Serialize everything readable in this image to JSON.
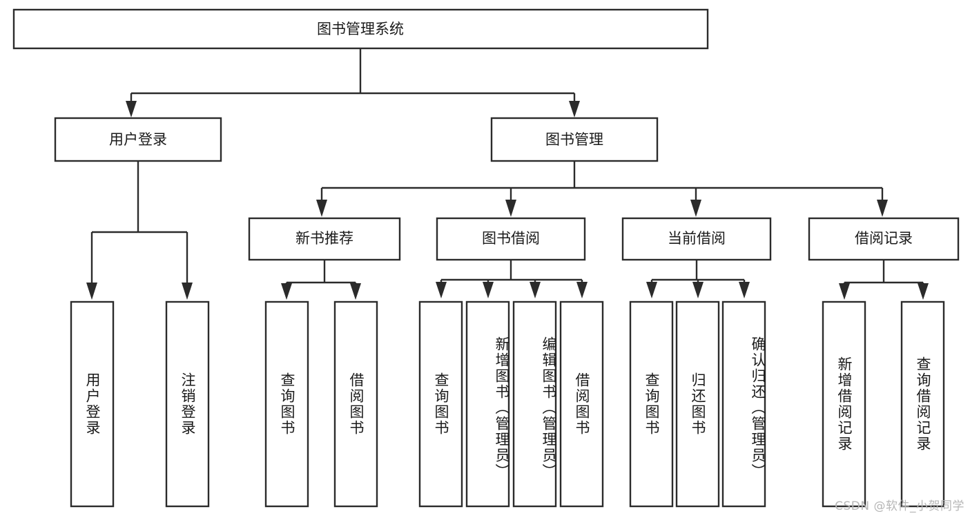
{
  "diagram": {
    "title": "图书管理系统",
    "type": "tree-hierarchy",
    "watermark": "CSDN @软件_小贺同学",
    "colors": {
      "stroke": "#2b2b2b",
      "fill": "#ffffff",
      "text": "#1a1a1a",
      "watermark": "#b6b6b6",
      "background": "#ffffff"
    },
    "root": {
      "label": "图书管理系统",
      "orientation": "horizontal"
    },
    "level1": [
      {
        "label": "用户登录",
        "orientation": "horizontal"
      },
      {
        "label": "图书管理",
        "orientation": "horizontal"
      }
    ],
    "level2": [
      {
        "label": "新书推荐",
        "orientation": "horizontal",
        "parent": "图书管理"
      },
      {
        "label": "图书借阅",
        "orientation": "horizontal",
        "parent": "图书管理"
      },
      {
        "label": "当前借阅",
        "orientation": "horizontal",
        "parent": "图书管理"
      },
      {
        "label": "借阅记录",
        "orientation": "horizontal",
        "parent": "图书管理"
      }
    ],
    "leaves": {
      "用户登录": [
        {
          "label": "用户登录",
          "orientation": "vertical"
        },
        {
          "label": "注销登录",
          "orientation": "vertical"
        }
      ],
      "新书推荐": [
        {
          "label": "查询图书",
          "orientation": "vertical"
        },
        {
          "label": "借阅图书",
          "orientation": "vertical"
        }
      ],
      "图书借阅": [
        {
          "label": "查询图书",
          "orientation": "vertical"
        },
        {
          "label": "新增图书（管理员）",
          "orientation": "vertical"
        },
        {
          "label": "编辑图书（管理员）",
          "orientation": "vertical"
        },
        {
          "label": "借阅图书",
          "orientation": "vertical"
        }
      ],
      "当前借阅": [
        {
          "label": "查询图书",
          "orientation": "vertical"
        },
        {
          "label": "归还图书",
          "orientation": "vertical"
        },
        {
          "label": "确认归还（管理员）",
          "orientation": "vertical"
        }
      ],
      "借阅记录": [
        {
          "label": "新增借阅记录",
          "orientation": "vertical"
        },
        {
          "label": "查询借阅记录",
          "orientation": "vertical"
        }
      ]
    }
  }
}
